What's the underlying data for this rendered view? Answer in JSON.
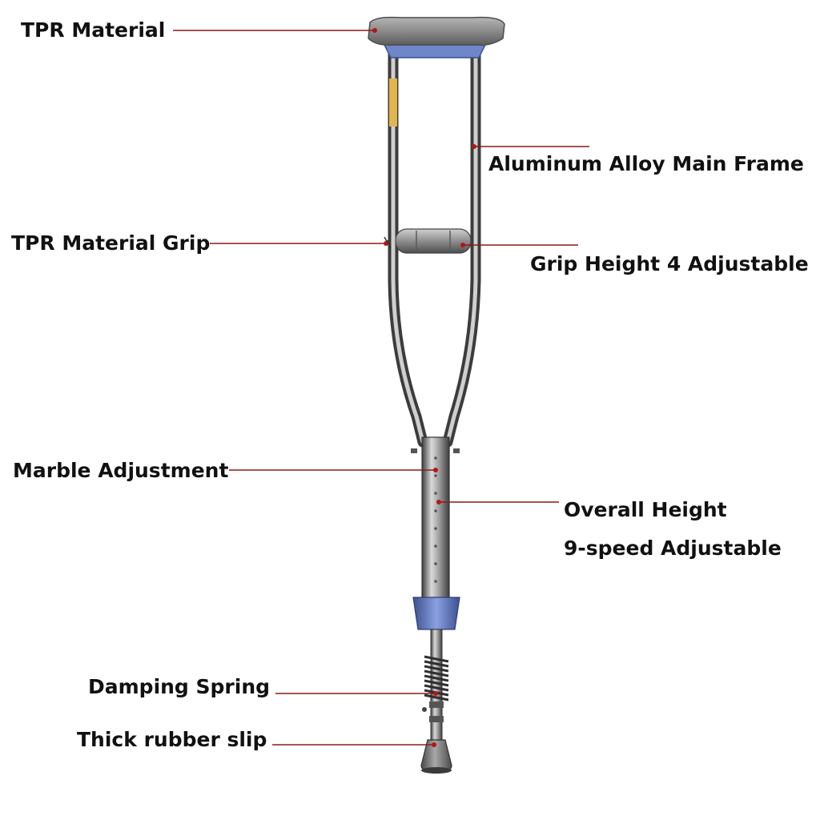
{
  "colors": {
    "background": "#ffffff",
    "label_text": "#111111",
    "leader_line": "#8b1a1a",
    "frame_metal": "#9a9a9a",
    "frame_dark": "#4a4a4a",
    "pad_gray": "#8c8c8c",
    "accent_blue": "#6f86c8",
    "rubber_tip": "#7a7a7a",
    "tape_yellow": "#e3b54c"
  },
  "callouts": {
    "underarm_pad": "TPR Material",
    "main_frame": "Aluminum Alloy Main Frame",
    "hand_grip": "TPR Material Grip",
    "grip_height": "Grip Height 4 Adjustable",
    "marble_adjustment": "Marble Adjustment",
    "overall_height_line1": "Overall Height",
    "overall_height_line2": "9-speed Adjustable",
    "damping_spring": "Damping Spring",
    "rubber_tip": "Thick rubber slip"
  },
  "icons": {
    "product": "crutch-illustration"
  }
}
